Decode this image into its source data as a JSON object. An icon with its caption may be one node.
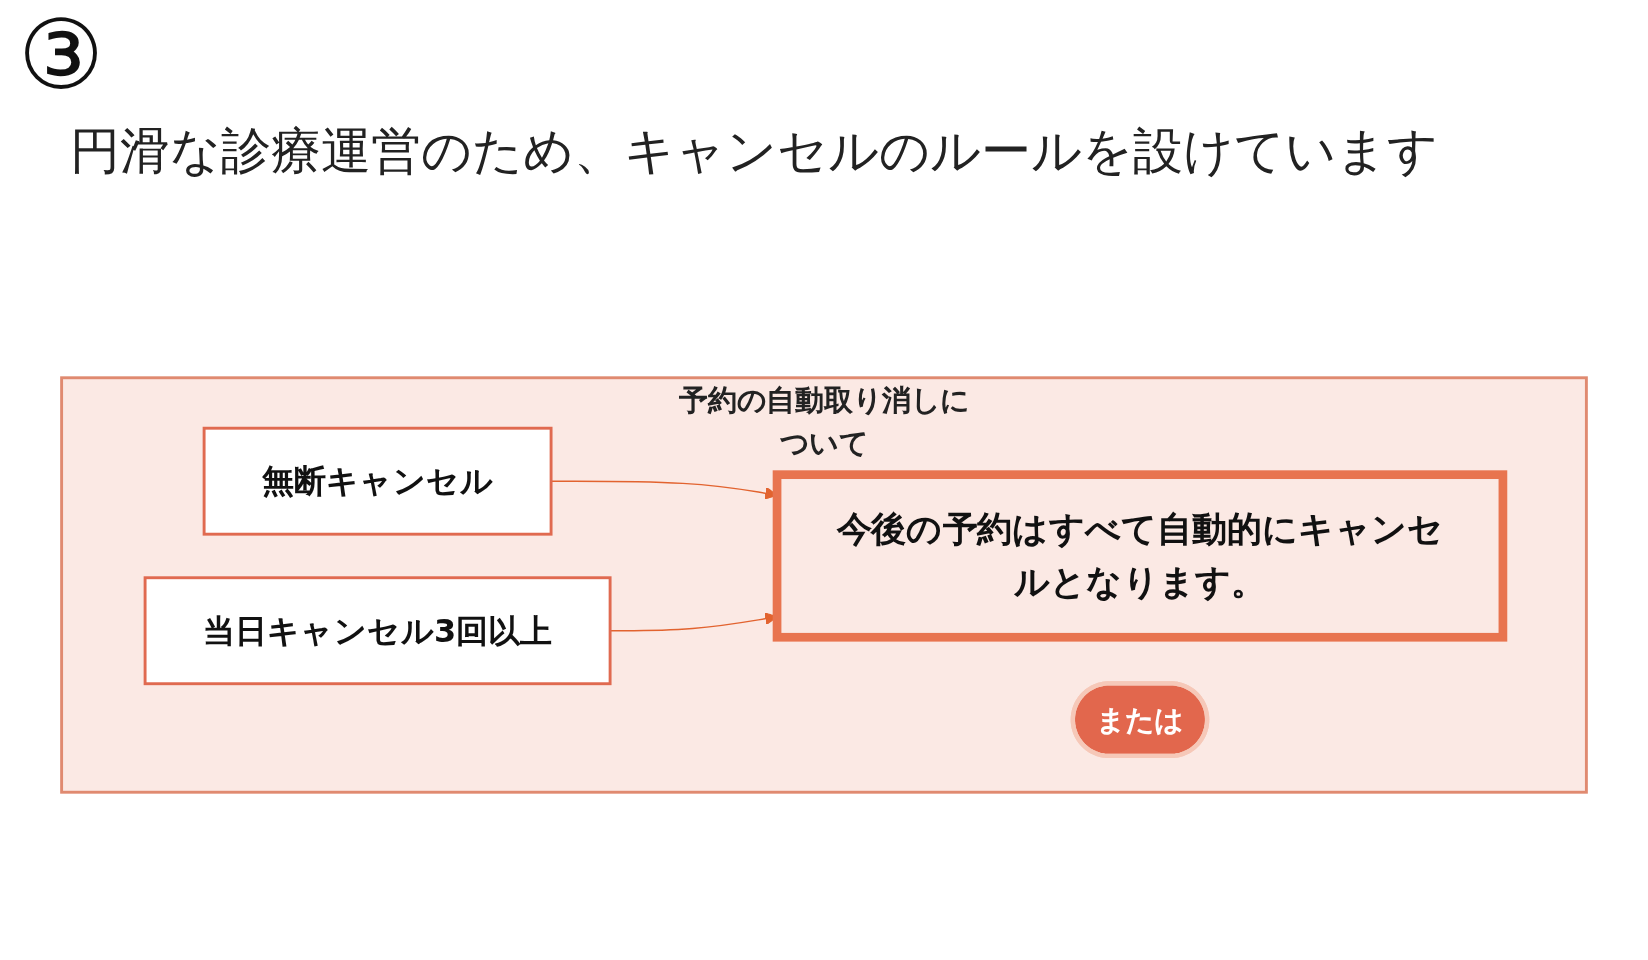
{
  "diagram": {
    "title": "円滑な診療運営のため、キャンセルのルールを設けています",
    "nodes": [
      {
        "text": [
          "予約の自動取り消しについて"
        ]
      },
      {
        "text": [
          "無断キャンセル"
        ],
        "in": 0
      },
      {
        "text": [
          "または"
        ],
        "in": 0
      },
      {
        "text": [
          "当日キャンセル3回以上"
        ],
        "in": 0
      },
      {
        "text": [
          "今後の予約はすべて自動的にキャンセルとなります。"
        ],
        "in": 0
      }
    ],
    "edges": [
      {
        "from": 1,
        "to": 4,
        "arrow": "to"
      },
      {
        "from": 3,
        "to": 4,
        "arrow": "to"
      }
    ],
    "labels": [
      "③"
    ]
  }
}
